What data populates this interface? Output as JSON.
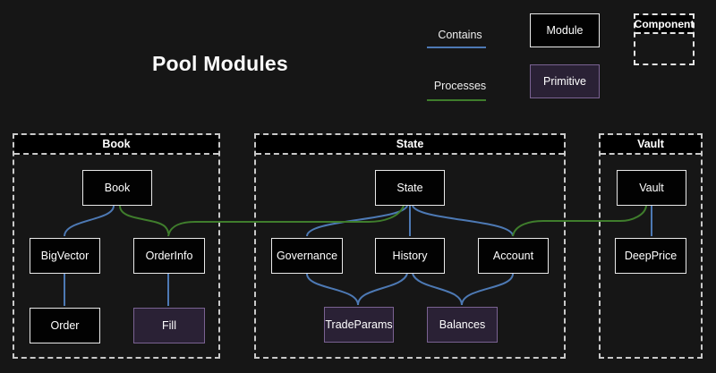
{
  "title": "Pool Modules",
  "legend": {
    "contains": "Contains",
    "processes": "Processes",
    "module": "Module",
    "primitive": "Primitive",
    "component": "Component"
  },
  "containers": {
    "book": {
      "label": "Book"
    },
    "state": {
      "label": "State"
    },
    "vault": {
      "label": "Vault"
    }
  },
  "nodes": {
    "book": {
      "label": "Book",
      "type": "module",
      "container": "Book"
    },
    "bigvector": {
      "label": "BigVector",
      "type": "module",
      "container": "Book"
    },
    "orderinfo": {
      "label": "OrderInfo",
      "type": "module",
      "container": "Book"
    },
    "order": {
      "label": "Order",
      "type": "module",
      "container": "Book"
    },
    "fill": {
      "label": "Fill",
      "type": "primitive",
      "container": "Book"
    },
    "state": {
      "label": "State",
      "type": "module",
      "container": "State"
    },
    "governance": {
      "label": "Governance",
      "type": "module",
      "container": "State"
    },
    "history": {
      "label": "History",
      "type": "module",
      "container": "State"
    },
    "account": {
      "label": "Account",
      "type": "module",
      "container": "State"
    },
    "tradeparams": {
      "label": "TradeParams",
      "type": "primitive",
      "container": "State"
    },
    "balances": {
      "label": "Balances",
      "type": "primitive",
      "container": "State"
    },
    "vault": {
      "label": "Vault",
      "type": "module",
      "container": "Vault"
    },
    "deepprice": {
      "label": "DeepPrice",
      "type": "module",
      "container": "Vault"
    }
  },
  "edges": [
    {
      "from": "Book",
      "to": "BigVector",
      "type": "contains"
    },
    {
      "from": "BigVector",
      "to": "Order",
      "type": "contains"
    },
    {
      "from": "OrderInfo",
      "to": "Fill",
      "type": "contains"
    },
    {
      "from": "State",
      "to": "Governance",
      "type": "contains"
    },
    {
      "from": "State",
      "to": "History",
      "type": "contains"
    },
    {
      "from": "State",
      "to": "Account",
      "type": "contains"
    },
    {
      "from": "Governance",
      "to": "TradeParams",
      "type": "contains"
    },
    {
      "from": "History",
      "to": "TradeParams",
      "type": "contains"
    },
    {
      "from": "History",
      "to": "Balances",
      "type": "contains"
    },
    {
      "from": "Account",
      "to": "Balances",
      "type": "contains"
    },
    {
      "from": "Vault",
      "to": "DeepPrice",
      "type": "contains"
    },
    {
      "from": "Book",
      "to": "OrderInfo",
      "type": "processes"
    },
    {
      "from": "State",
      "to": "OrderInfo",
      "type": "processes"
    },
    {
      "from": "Vault",
      "to": "Account",
      "type": "processes"
    }
  ],
  "colors": {
    "background": "#161616",
    "module_fill": "#020202",
    "module_border": "#e9e9e9",
    "primitive_fill": "#2a2135",
    "primitive_border": "#7a6292",
    "container_border": "#c9c9c9",
    "contains_arrow": "#4d79b4",
    "processes_arrow": "#3f7d2c"
  }
}
